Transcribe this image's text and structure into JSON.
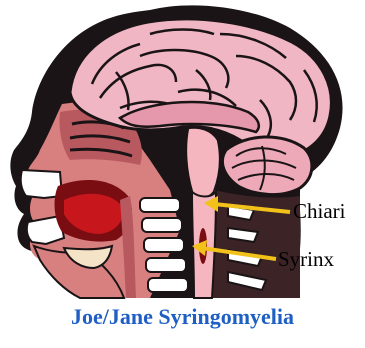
{
  "labels": {
    "chiari": "Chiari",
    "syrinx": "Syrinx"
  },
  "caption": {
    "text": "Joe/Jane Syringomyelia",
    "color": "#1f5fc4"
  },
  "colors": {
    "outline": "#1a1416",
    "skin": "#d87f7f",
    "skin_shadow": "#b8595f",
    "brain": "#f0b6c4",
    "brain_fold": "#e598ab",
    "cerebellum": "#eea9b9",
    "bone_white": "#ffffff",
    "mouth_dark": "#7a0d12",
    "mouth_red": "#c7161c",
    "arrow": "#f2c21a",
    "cord": "#f5b6bf",
    "neck_dark": "#3b2326"
  }
}
